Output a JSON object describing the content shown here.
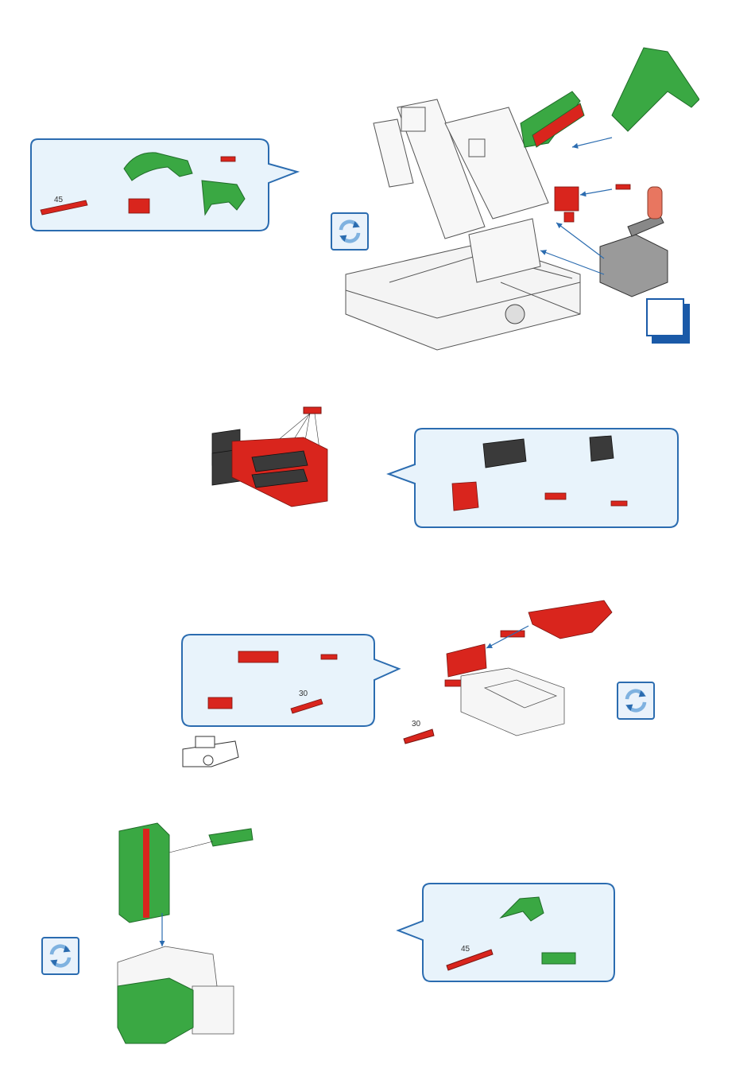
{
  "callouts": {
    "c1": {
      "length_label": "45"
    },
    "c3": {
      "length_label": "30"
    },
    "c4": {
      "length_label": "45"
    }
  },
  "steps": {
    "s3": {
      "rod_label": "30"
    }
  },
  "icons": {
    "rotate": "rotate-arrows-icon"
  },
  "colors": {
    "red": "#d9251d",
    "green": "#3aa843",
    "dark": "#3a3a3a",
    "callout_fill": "#e8f3fb",
    "callout_stroke": "#2b6cb0",
    "arrow": "#2b6cb0"
  }
}
